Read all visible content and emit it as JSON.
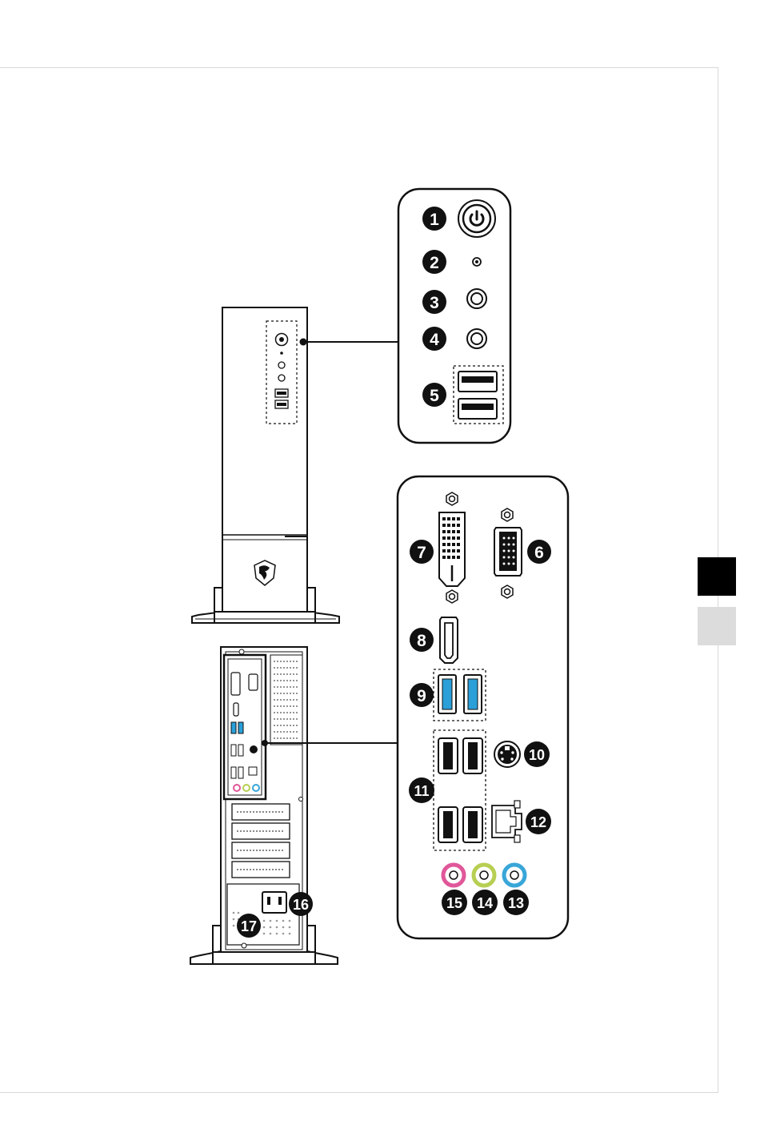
{
  "colors": {
    "line": "#111111",
    "usb3_blue": "#2a9fd8",
    "audio_pink": "#e0579a",
    "audio_green": "#b7cf52",
    "audio_blue": "#39a6d8",
    "tab_dark": "#000000",
    "tab_light": "#dcdcdc"
  },
  "labels": {
    "n1": "1",
    "n2": "2",
    "n3": "3",
    "n4": "4",
    "n5": "5",
    "n6": "6",
    "n7": "7",
    "n8": "8",
    "n9": "9",
    "n10": "10",
    "n11": "11",
    "n12": "12",
    "n13": "13",
    "n14": "14",
    "n15": "15",
    "n16": "16",
    "n17": "17"
  },
  "icons": {
    "power": "power-icon",
    "msi_logo": "dragon-shield-logo-icon"
  }
}
